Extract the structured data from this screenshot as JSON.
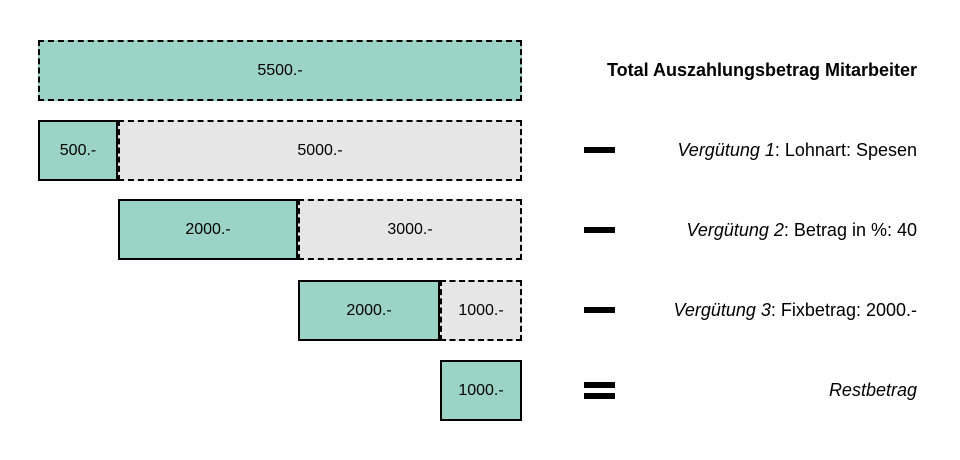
{
  "colors": {
    "teal": "#9CD3C7",
    "gray": "#E6E6E6",
    "stroke": "#000000"
  },
  "title": "Total Auszahlungsbetrag Mitarbeiter",
  "bars": {
    "total": "5500.-",
    "v1_applied": "500.-",
    "v1_remainder": "5000.-",
    "v2_applied": "2000.-",
    "v2_remainder": "3000.-",
    "v3_applied": "2000.-",
    "v3_remainder": "1000.-",
    "rest": "1000.-"
  },
  "legend": [
    {
      "operator": "minus",
      "term": "Vergütung 1",
      "detail": ": Lohnart: Spesen"
    },
    {
      "operator": "minus",
      "term": "Vergütung 2",
      "detail": ": Betrag in %: 40"
    },
    {
      "operator": "minus",
      "term": "Vergütung 3",
      "detail": ": Fixbetrag: 2000.-"
    },
    {
      "operator": "equals",
      "term": "Restbetrag",
      "detail": ""
    }
  ]
}
